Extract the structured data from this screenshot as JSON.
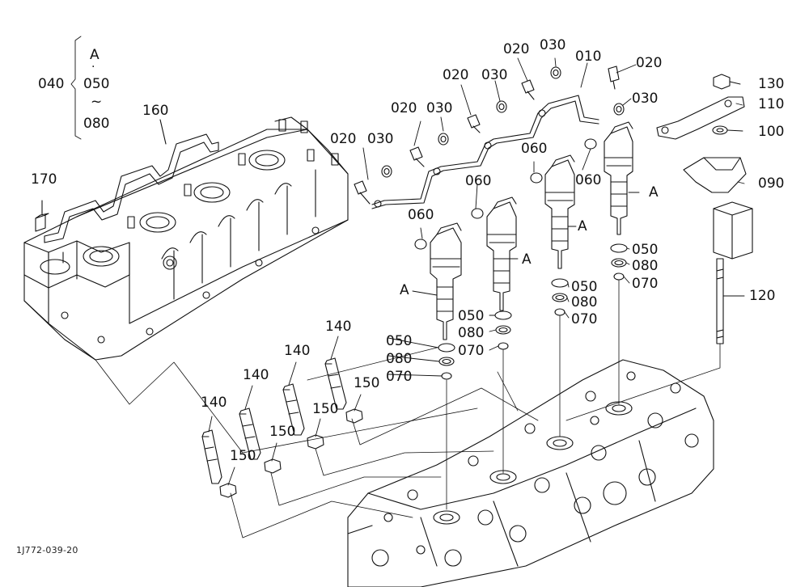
{
  "diagram_code": "1J772-039-20",
  "group_callout": {
    "number": "040",
    "range_start_marker": "A",
    "separator": "·",
    "from": "050",
    "tilde": "~",
    "to": "080"
  },
  "callouts": {
    "n010": "010",
    "n020": "020",
    "n030": "030",
    "n050": "050",
    "n060": "060",
    "n070": "070",
    "n080": "080",
    "n090": "090",
    "n100": "100",
    "n110": "110",
    "n120": "120",
    "n130": "130",
    "n140": "140",
    "n150": "150",
    "n160": "160",
    "n170": "170",
    "group_marker": "A"
  },
  "colors": {
    "line": "#111111",
    "background": "#ffffff"
  }
}
